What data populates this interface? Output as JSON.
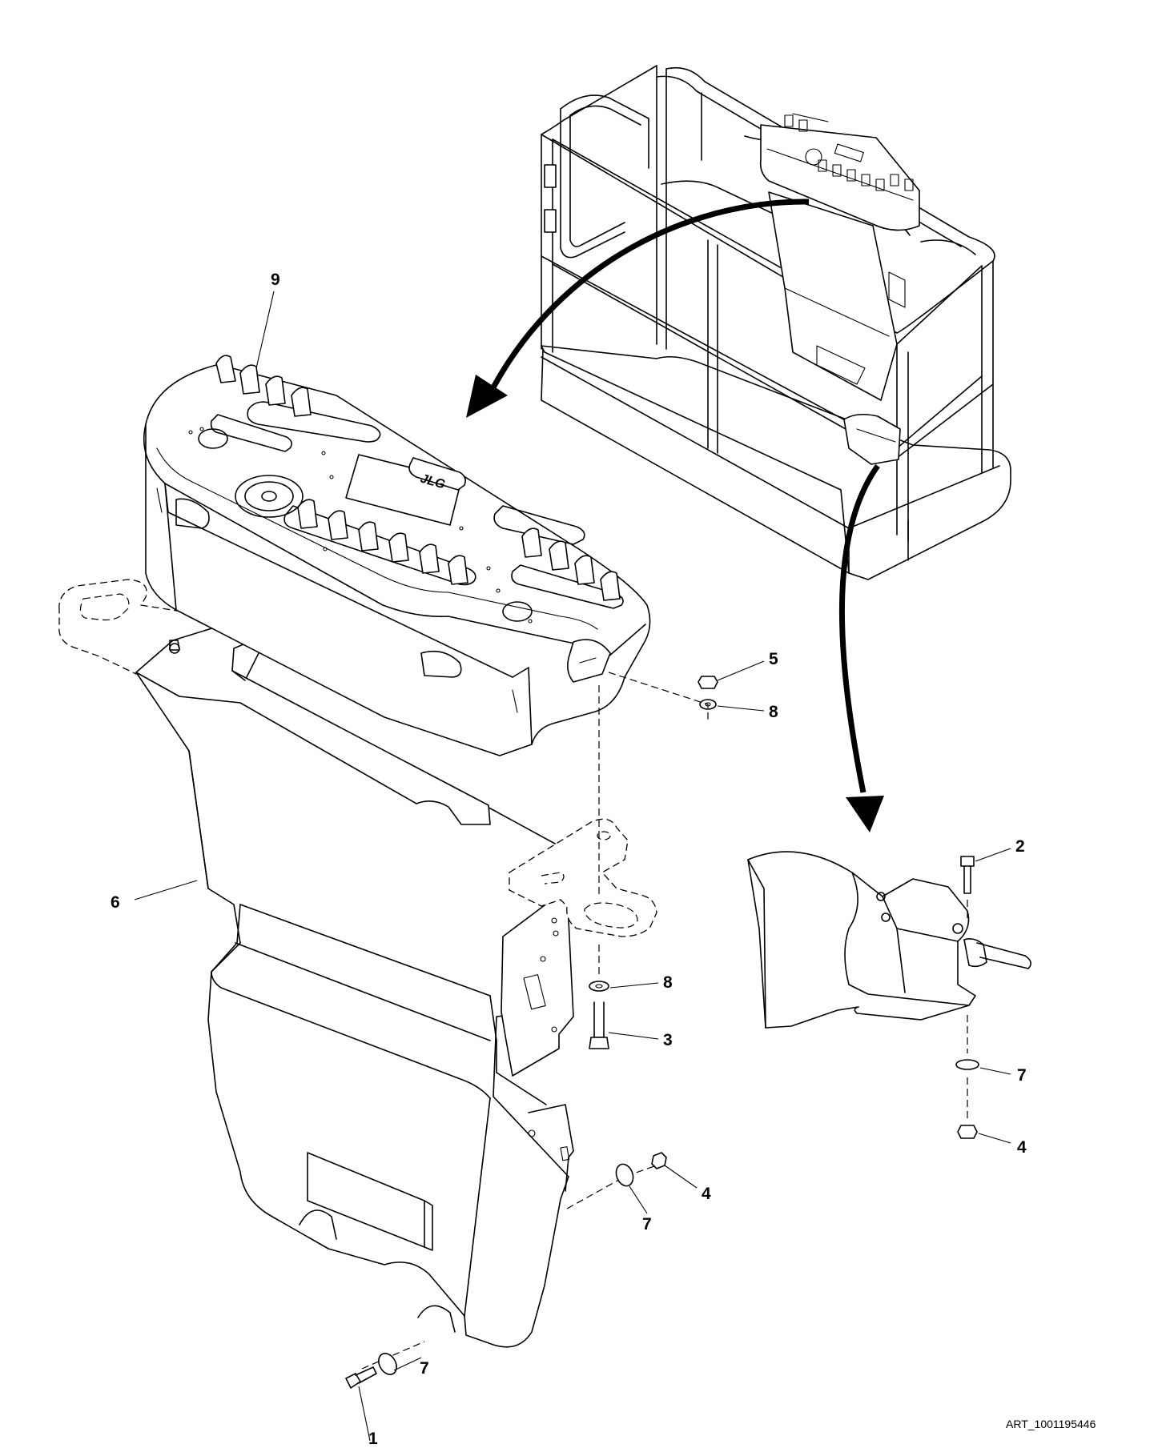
{
  "callouts": [
    {
      "id": "9",
      "label": "9"
    },
    {
      "id": "5",
      "label": "5"
    },
    {
      "id": "8a",
      "label": "8"
    },
    {
      "id": "2",
      "label": "2"
    },
    {
      "id": "6",
      "label": "6"
    },
    {
      "id": "8b",
      "label": "8"
    },
    {
      "id": "3",
      "label": "3"
    },
    {
      "id": "7a",
      "label": "7"
    },
    {
      "id": "4a",
      "label": "4"
    },
    {
      "id": "7b",
      "label": "7"
    },
    {
      "id": "4b",
      "label": "4"
    },
    {
      "id": "7c",
      "label": "7"
    },
    {
      "id": "1",
      "label": "1"
    }
  ],
  "art_number": "ART_1001195446",
  "logo_text": "JLG"
}
